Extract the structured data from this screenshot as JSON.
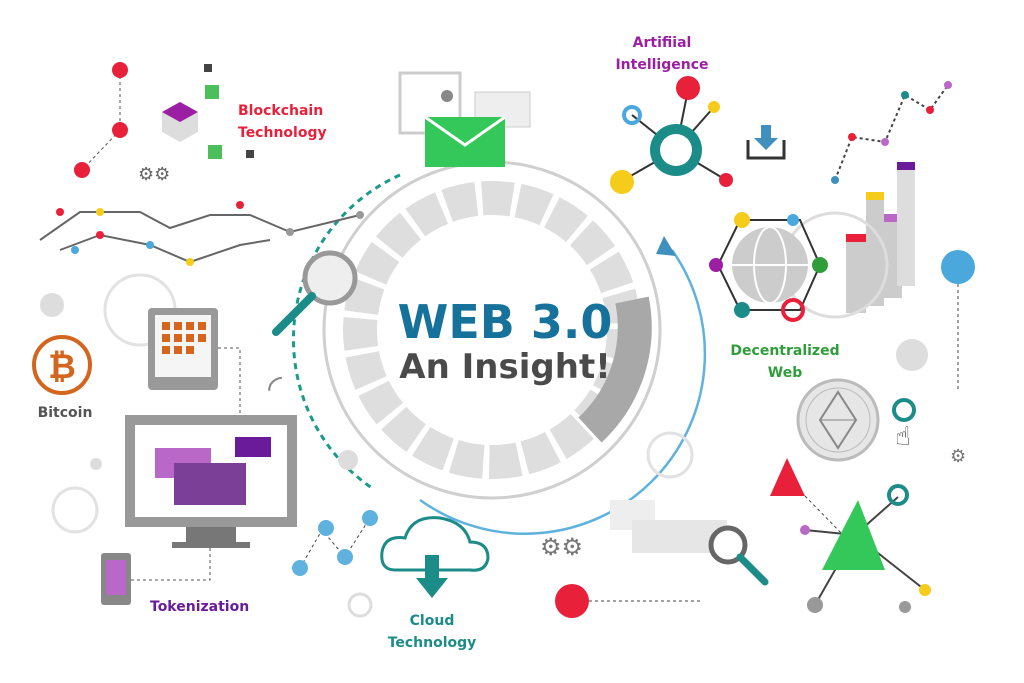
{
  "title": {
    "line1": "WEB 3.0",
    "line2": "An Insight!"
  },
  "labels": {
    "blockchain": [
      "Blockchain",
      "Technology"
    ],
    "ai": [
      "Artifiial",
      "Intelligence"
    ],
    "decentralized": [
      "Decentralized",
      "Web"
    ],
    "bitcoin": "Bitcoin",
    "tokenization": "Tokenization",
    "cloud": [
      "Cloud",
      "Technology"
    ]
  },
  "colors": {
    "title_blue": "#16729b",
    "title_gray": "#4a4a4a",
    "red": "#e8203a",
    "purple": "#9c1fa3",
    "green": "#2f9e3a",
    "teal": "#1b8c88",
    "orange": "#d3651f",
    "yellow": "#f5cc1a",
    "blue": "#4aa8dc"
  }
}
